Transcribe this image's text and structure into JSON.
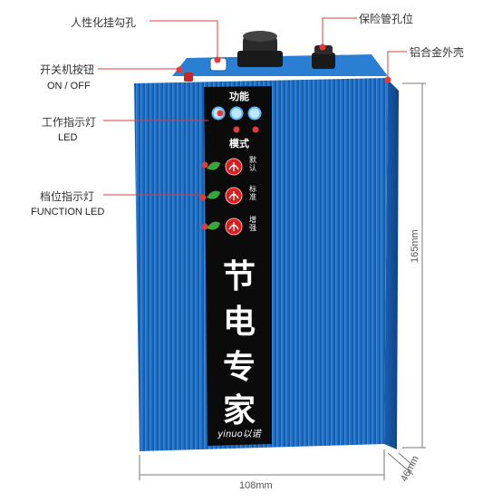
{
  "callouts": {
    "hook_hole": "人性化挂勾孔",
    "fuse_hole": "保险管孔位",
    "shell": "铝合金外壳",
    "power_switch": "开关机按钮",
    "power_switch_en": "ON / OFF",
    "work_light": "工作指示灯",
    "work_light_en": "LED",
    "gear_light": "档位指示灯",
    "gear_light_en": "FUNCTION LED"
  },
  "panel": {
    "function_label": "功能",
    "mode_label": "模式",
    "modes": [
      "默认",
      "标准",
      "增强"
    ],
    "product_name": [
      "节",
      "电",
      "专",
      "家"
    ],
    "brand": "yinuo以诺"
  },
  "dimensions": {
    "height": "165mm",
    "width": "108mm",
    "depth": "46mm"
  },
  "colors": {
    "shell": "#1e6fc8",
    "panel": "#0b0b0b",
    "led_blue": "#9fd8ff",
    "led_red": "#e02020",
    "leaf": "#3aa53a",
    "callout_line": "#e23b3b"
  }
}
